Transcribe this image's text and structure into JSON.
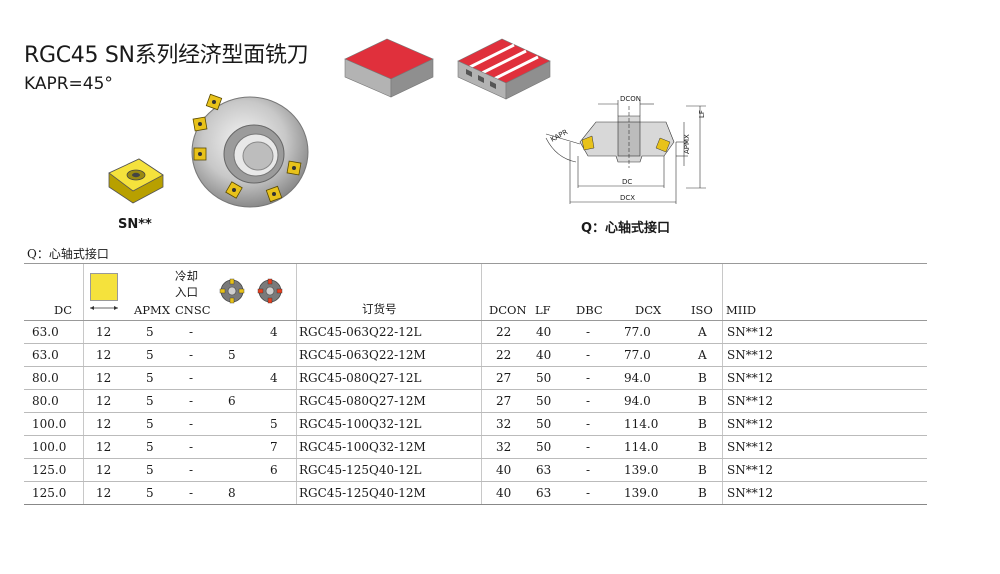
{
  "header": {
    "title": "RGC45 SN系列经济型面铣刀",
    "subtitle": "KAPR=45°"
  },
  "illustrations": {
    "insert_label": "SN**",
    "diagram_caption": "Q：心轴式接口",
    "dim_labels": {
      "dcon": "DCON",
      "lf": "LF",
      "kapr": "KAPR",
      "apmx": "APMX",
      "dc": "DC",
      "dcx": "DCX"
    }
  },
  "note": "Q：心轴式接口",
  "colors": {
    "insert_yellow": "#f5e23c",
    "workpiece_red": "#e0303c",
    "workpiece_grey": "#9a9a9a"
  },
  "table": {
    "headers": {
      "dc": "DC",
      "apmx": "APMX",
      "coolant_line1": "冷却",
      "coolant_line2": "入口",
      "cnsc": "CNSC",
      "order_no": "订货号",
      "dcon": "DCON",
      "lf": "LF",
      "dbc": "DBC",
      "dcx": "DCX",
      "iso": "ISO",
      "miid": "MIID"
    },
    "rows": [
      {
        "dc": "63.0",
        "size": "12",
        "apmx": "5",
        "cnsc": "-",
        "z1": "",
        "z2": "4",
        "order": "RGC45-063Q22-12L",
        "dcon": "22",
        "lf": "40",
        "dbc": "-",
        "dcx": "77.0",
        "iso": "A",
        "miid": "SN**12"
      },
      {
        "dc": "63.0",
        "size": "12",
        "apmx": "5",
        "cnsc": "-",
        "z1": "5",
        "z2": "",
        "order": "RGC45-063Q22-12M",
        "dcon": "22",
        "lf": "40",
        "dbc": "-",
        "dcx": "77.0",
        "iso": "A",
        "miid": "SN**12"
      },
      {
        "dc": "80.0",
        "size": "12",
        "apmx": "5",
        "cnsc": "-",
        "z1": "",
        "z2": "4",
        "order": "RGC45-080Q27-12L",
        "dcon": "27",
        "lf": "50",
        "dbc": "-",
        "dcx": "94.0",
        "iso": "B",
        "miid": "SN**12"
      },
      {
        "dc": "80.0",
        "size": "12",
        "apmx": "5",
        "cnsc": "-",
        "z1": "6",
        "z2": "",
        "order": "RGC45-080Q27-12M",
        "dcon": "27",
        "lf": "50",
        "dbc": "-",
        "dcx": "94.0",
        "iso": "B",
        "miid": "SN**12"
      },
      {
        "dc": "100.0",
        "size": "12",
        "apmx": "5",
        "cnsc": "-",
        "z1": "",
        "z2": "5",
        "order": "RGC45-100Q32-12L",
        "dcon": "32",
        "lf": "50",
        "dbc": "-",
        "dcx": "114.0",
        "iso": "B",
        "miid": "SN**12"
      },
      {
        "dc": "100.0",
        "size": "12",
        "apmx": "5",
        "cnsc": "-",
        "z1": "",
        "z2": "7",
        "order": "RGC45-100Q32-12M",
        "dcon": "32",
        "lf": "50",
        "dbc": "-",
        "dcx": "114.0",
        "iso": "B",
        "miid": "SN**12"
      },
      {
        "dc": "125.0",
        "size": "12",
        "apmx": "5",
        "cnsc": "-",
        "z1": "",
        "z2": "6",
        "order": "RGC45-125Q40-12L",
        "dcon": "40",
        "lf": "63",
        "dbc": "-",
        "dcx": "139.0",
        "iso": "B",
        "miid": "SN**12"
      },
      {
        "dc": "125.0",
        "size": "12",
        "apmx": "5",
        "cnsc": "-",
        "z1": "8",
        "z2": "",
        "order": "RGC45-125Q40-12M",
        "dcon": "40",
        "lf": "63",
        "dbc": "-",
        "dcx": "139.0",
        "iso": "B",
        "miid": "SN**12"
      }
    ]
  }
}
